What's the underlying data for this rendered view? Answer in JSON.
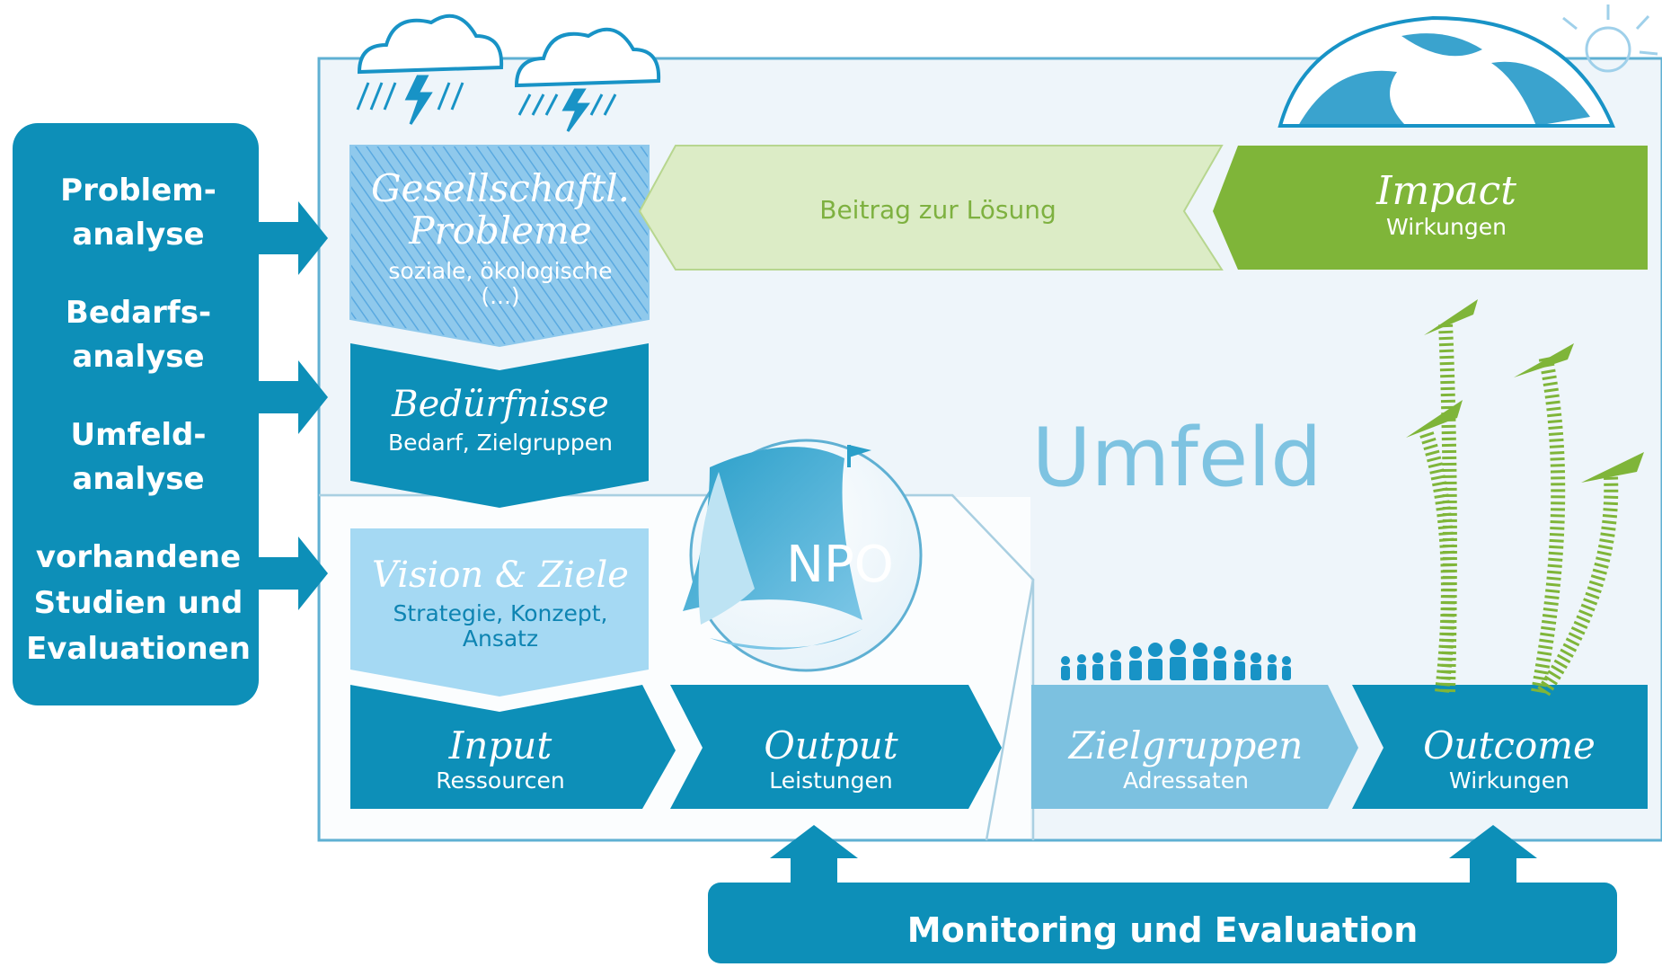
{
  "colors": {
    "teal": "#0d8fb8",
    "teal_dark": "#0a7fa6",
    "light_blue": "#9fd4ef",
    "mid_blue": "#7cc1e0",
    "panel": "#eef5fa",
    "green": "#7fb539",
    "green_light": "#dcecc6",
    "green_text": "#7eb140",
    "umfeld_text": "#7ec3e1"
  },
  "icons": [
    "storm-cloud-icon",
    "globe-icon",
    "sun-icon",
    "sailing-ship-icon",
    "people-icon"
  ],
  "left_panel": {
    "items": [
      {
        "line1": "Problem-",
        "line2": "analyse"
      },
      {
        "line1": "Bedarfs-",
        "line2": "analyse"
      },
      {
        "line1": "Umfeld-",
        "line2": "analyse"
      }
    ],
    "studies": {
      "line1": "vorhandene",
      "line2": "Studien und",
      "line3": "Evaluationen"
    }
  },
  "boxes": {
    "probleme": {
      "title1": "Gesellschaftl.",
      "title2": "Probleme",
      "sub1": "soziale, ökologische",
      "sub2": "(...)"
    },
    "beduerfnisse": {
      "title": "Bedürfnisse",
      "sub": "Bedarf, Zielgruppen"
    },
    "vision": {
      "title": "Vision & Ziele",
      "sub1": "Strategie, Konzept,",
      "sub2": "Ansatz"
    },
    "input": {
      "title": "Input",
      "sub": "Ressourcen"
    },
    "output": {
      "title": "Output",
      "sub": "Leistungen"
    },
    "zielgruppen": {
      "title": "Zielgruppen",
      "sub": "Adressaten"
    },
    "outcome": {
      "title": "Outcome",
      "sub": "Wirkungen"
    },
    "impact": {
      "title": "Impact",
      "sub": "Wirkungen"
    },
    "beitrag": {
      "label": "Beitrag zur Lösung"
    }
  },
  "umfeld_label": "Umfeld",
  "npo_label": "NPO",
  "monitoring_label": "Monitoring und Evaluation"
}
